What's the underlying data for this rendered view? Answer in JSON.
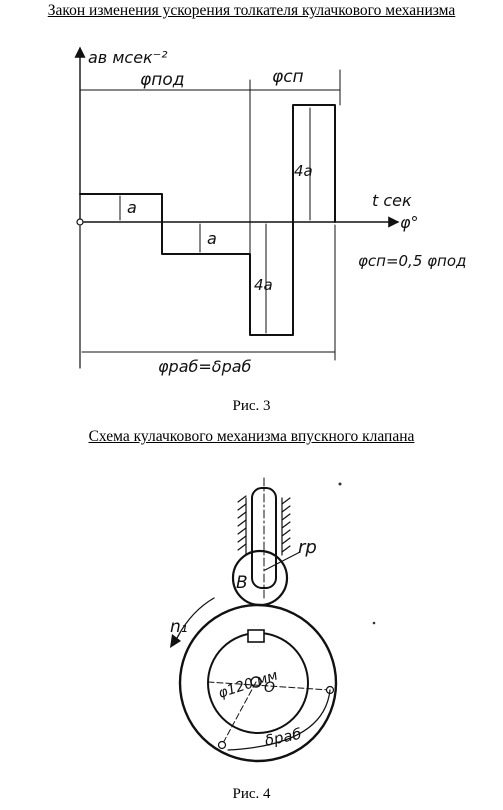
{
  "figure3": {
    "title": "Закон изменения ускорения толкателя кулачкового механизма",
    "caption": "Рис. 3",
    "labels": {
      "y_axis": "aв мсек⁻²",
      "phi_pod": "φпод",
      "phi_sp": "φсп",
      "a_upper": "a",
      "a_lower": "a",
      "four_a_right": "4a",
      "four_a_lower": "4a",
      "t_sec": "t  сек",
      "phi_deg": "φ°",
      "relation": "φсп=0,5 φпод",
      "phi_rab": "φраб=δраб"
    }
  },
  "figure4": {
    "title": "Схема кулачкового механизма впускного клапана",
    "caption": "Рис. 4",
    "labels": {
      "rp": "rр",
      "b_point": "B",
      "n1": "n₁",
      "diameter": "φ120 мм",
      "center": "O",
      "delta_rab": "δраб"
    }
  }
}
